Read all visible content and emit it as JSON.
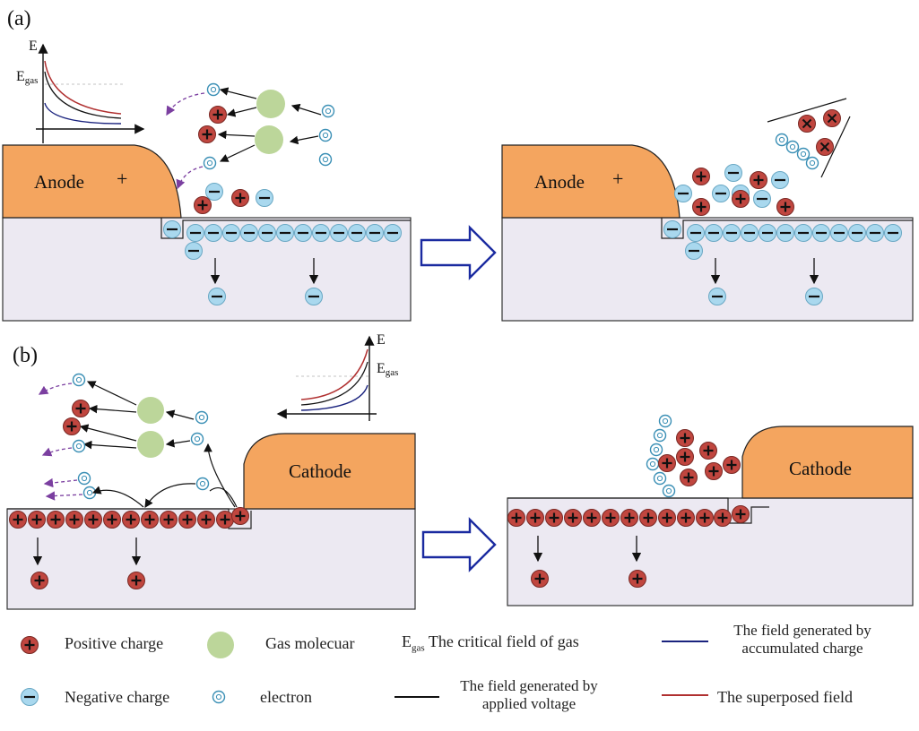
{
  "panels": {
    "a_label": "(a)",
    "b_label": "(b)",
    "anode": "Anode",
    "cathode": "Cathode",
    "plus": "+",
    "axis_e": "E",
    "axis_egas_main": "E",
    "axis_egas_sub": "gas"
  },
  "legend": {
    "positive": "Positive charge",
    "gas": "Gas molecuar",
    "critical_sym": "E",
    "critical_sub": "gas",
    "critical": "The critical field of gas",
    "accumulated_l1": "The field generated by",
    "accumulated_l2": "accumulated charge",
    "negative": "Negative charge",
    "electron": "electron",
    "applied_l1": "The field generated by",
    "applied_l2": "applied voltage",
    "superposed": "The superposed field"
  },
  "colors": {
    "electrode": "#f4a55f",
    "substrate": "#ece9f2",
    "positive": "#c0463f",
    "negative": "#a9d8ee",
    "gas": "#bcd69a",
    "arrow_block": "#1a2aa0",
    "dashed": "#7b3fa0",
    "field_red": "#b03030",
    "field_blue": "#1a237e"
  },
  "icons": {
    "positive": "plus-in-circle",
    "negative": "minus-in-circle",
    "electron": "e-in-circle",
    "gas": "green-disc",
    "transition": "hollow-right-arrow"
  }
}
